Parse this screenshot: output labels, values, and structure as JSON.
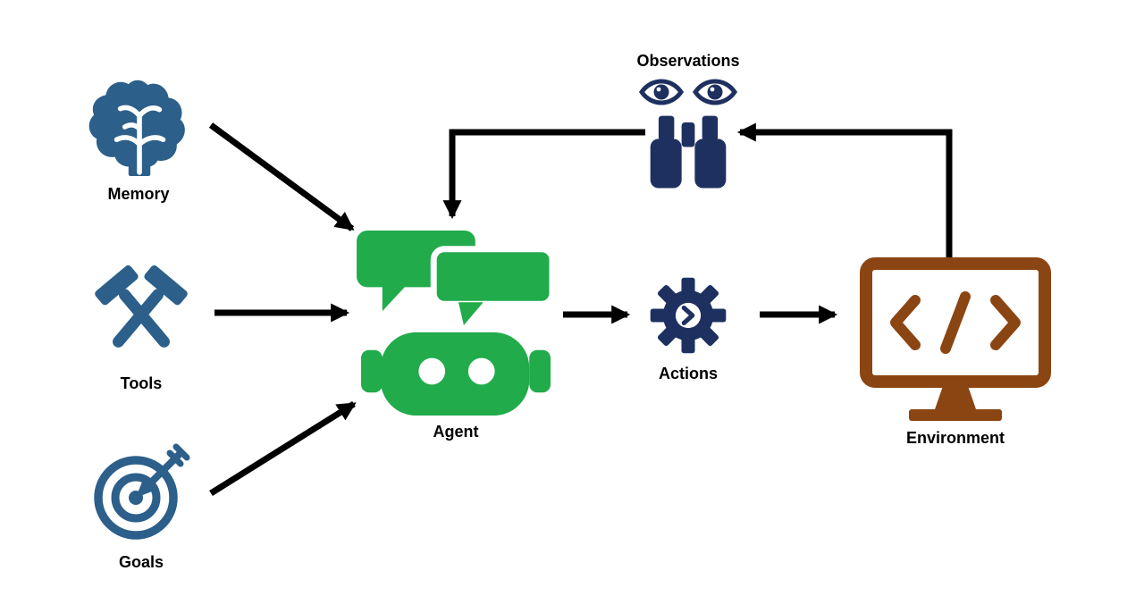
{
  "colors": {
    "steel_blue": "#2C5F8A",
    "navy": "#1E3060",
    "green": "#21AB4B",
    "brown": "#8A4513",
    "arrow_black": "#000000",
    "white": "#FFFFFF",
    "background": "#FFFFFF",
    "label_text": "#000000"
  },
  "nodes": {
    "memory": {
      "label": "Memory",
      "icon": "brain-icon"
    },
    "tools": {
      "label": "Tools",
      "icon": "crossed-hammers-icon"
    },
    "goals": {
      "label": "Goals",
      "icon": "target-dart-icon"
    },
    "agent": {
      "label": "Agent",
      "icon": "robot-chat-icon"
    },
    "observations": {
      "label": "Observations",
      "icon": "eyes-binoculars-icon"
    },
    "actions": {
      "label": "Actions",
      "icon": "gear-chevron-icon"
    },
    "environment": {
      "label": "Environment",
      "icon": "code-monitor-icon"
    }
  }
}
